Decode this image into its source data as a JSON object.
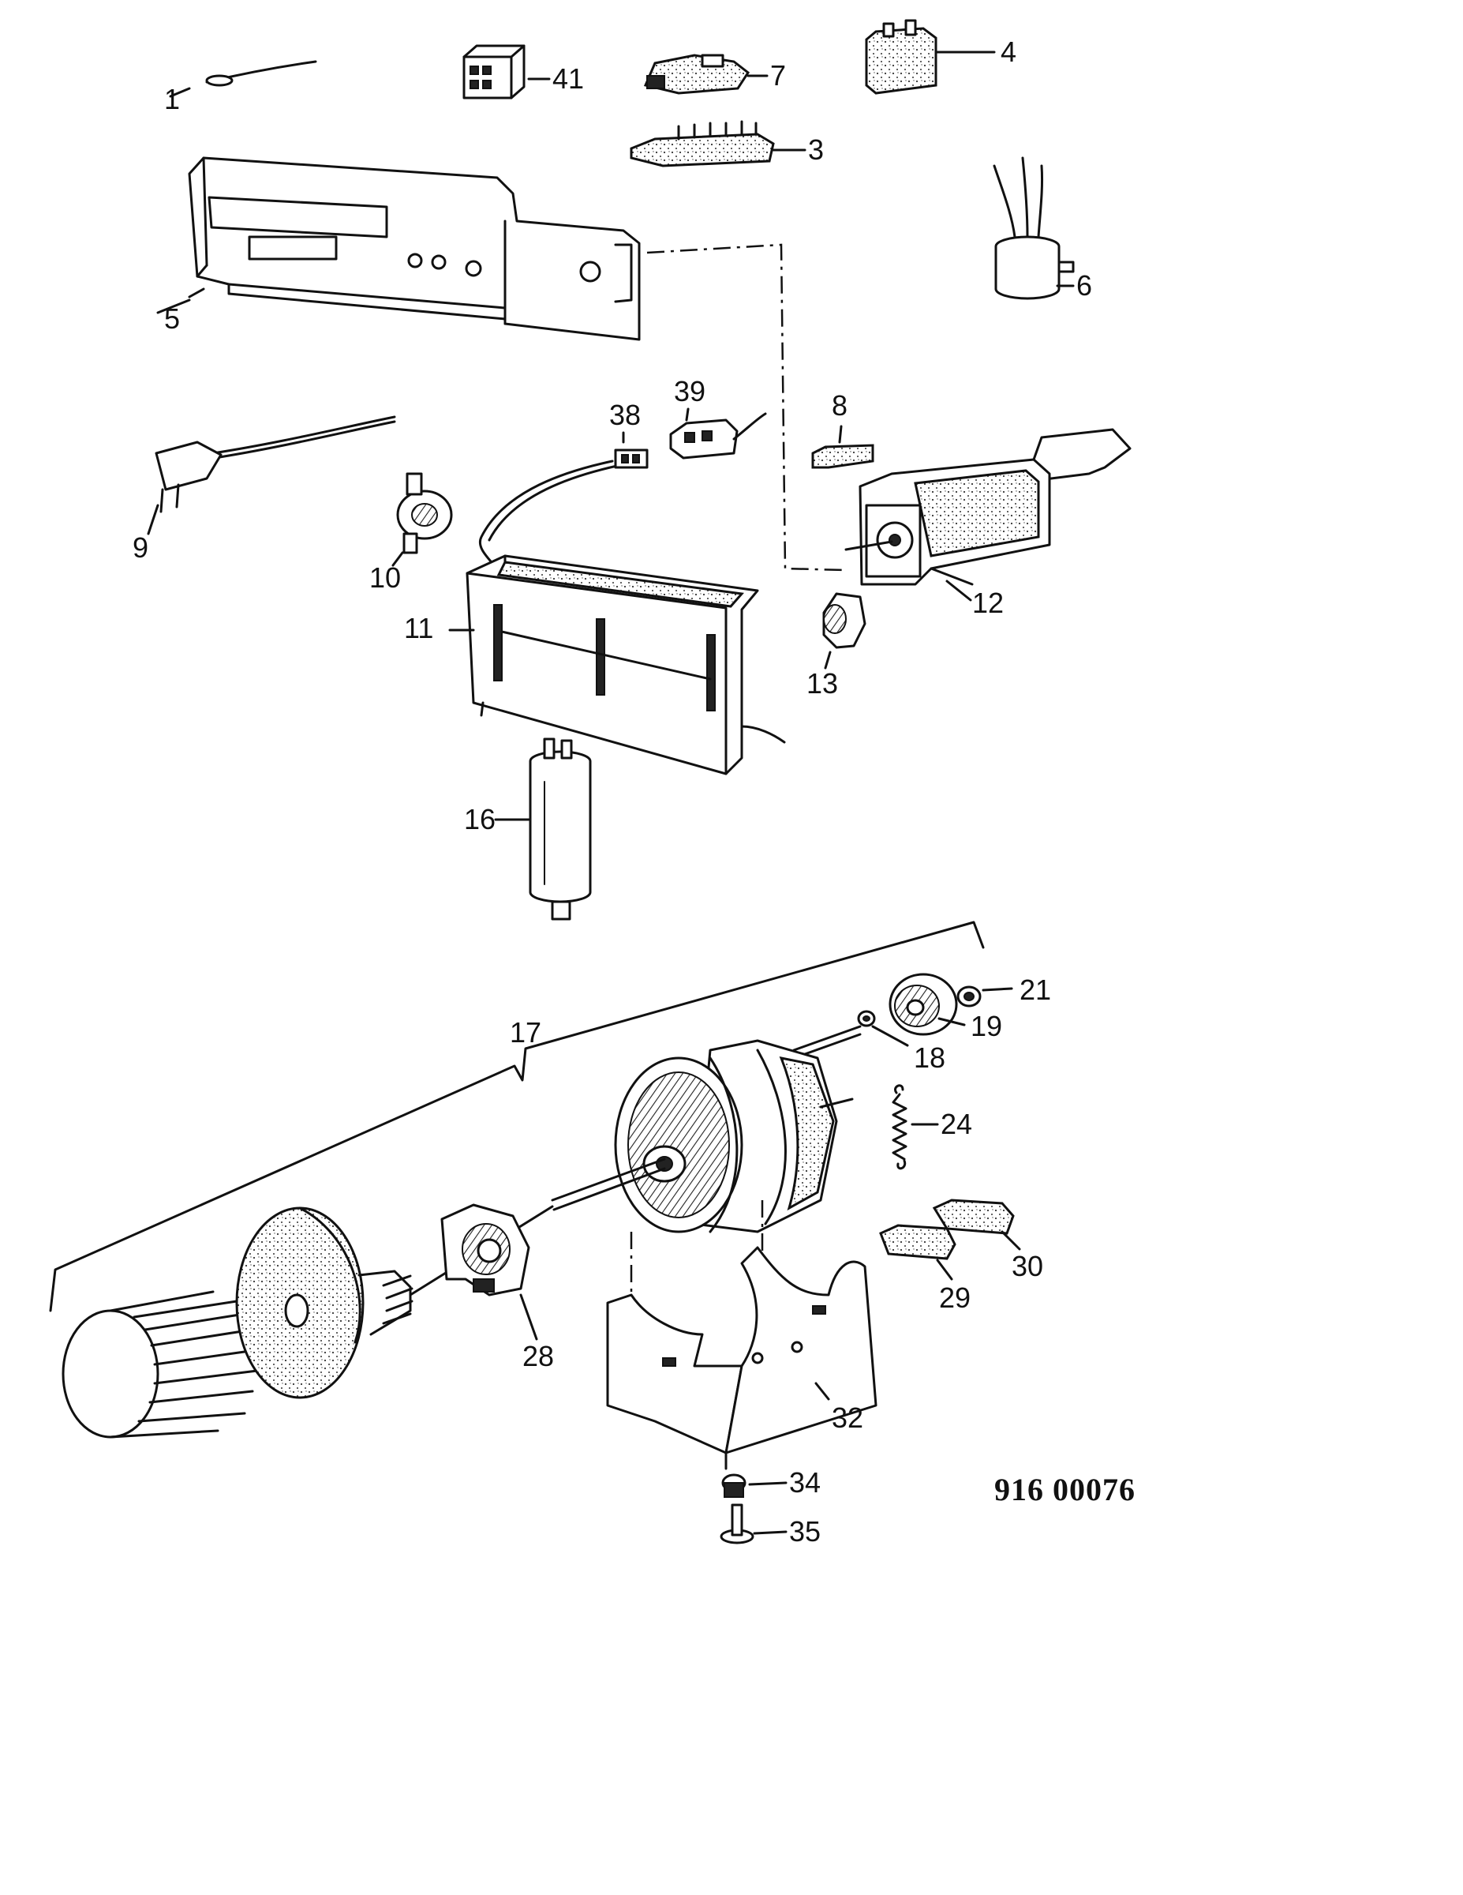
{
  "diagram": {
    "callouts": [
      {
        "id": "1",
        "text": "1"
      },
      {
        "id": "41",
        "text": "41"
      },
      {
        "id": "7",
        "text": "7"
      },
      {
        "id": "4",
        "text": "4"
      },
      {
        "id": "3",
        "text": "3"
      },
      {
        "id": "5",
        "text": "5"
      },
      {
        "id": "6",
        "text": "6"
      },
      {
        "id": "38",
        "text": "38"
      },
      {
        "id": "39",
        "text": "39"
      },
      {
        "id": "8",
        "text": "8"
      },
      {
        "id": "9",
        "text": "9"
      },
      {
        "id": "10",
        "text": "10"
      },
      {
        "id": "11",
        "text": "11"
      },
      {
        "id": "12",
        "text": "12"
      },
      {
        "id": "13",
        "text": "13"
      },
      {
        "id": "16",
        "text": "16"
      },
      {
        "id": "21",
        "text": "21"
      },
      {
        "id": "19",
        "text": "19"
      },
      {
        "id": "18",
        "text": "18"
      },
      {
        "id": "17",
        "text": "17"
      },
      {
        "id": "24",
        "text": "24"
      },
      {
        "id": "30",
        "text": "30"
      },
      {
        "id": "29",
        "text": "29"
      },
      {
        "id": "28",
        "text": "28"
      },
      {
        "id": "32",
        "text": "32"
      },
      {
        "id": "34",
        "text": "34"
      },
      {
        "id": "35",
        "text": "35"
      }
    ],
    "drawing_code": "916 00076"
  }
}
